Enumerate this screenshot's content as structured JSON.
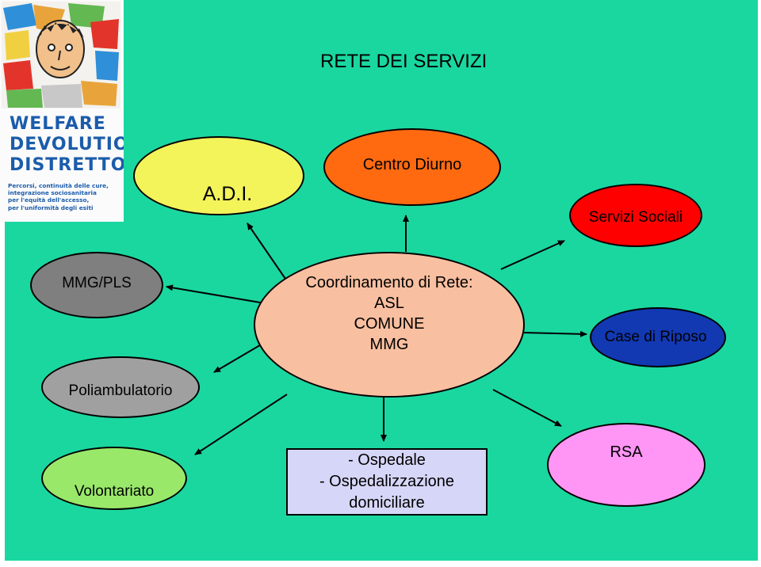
{
  "title": "RETE DEI SERVIZI",
  "logo": {
    "lines": [
      "WELFARE",
      "DEVOLUTION",
      "DISTRETTO"
    ],
    "subtitle": [
      "Percorsi, continuità delle cure,",
      "integrazione sociosanitaria",
      "per l'equità dell'accesso,",
      "per l'uniformità degli esiti"
    ]
  },
  "nodes": {
    "adi": "A.D.I.",
    "centro_diurno": "Centro Diurno",
    "servizi_sociali": "Servizi Sociali",
    "mmg_pls": "MMG/PLS",
    "poliambulatorio": "Poliambulatorio",
    "coordinamento": [
      "Coordinamento di Rete:",
      "ASL",
      "COMUNE",
      "MMG"
    ],
    "case_di_riposo": "Case di Riposo",
    "volontariato": "Volontariato",
    "ospedale": [
      "- Ospedale",
      "- Ospedalizzazione",
      "domiciliare"
    ],
    "rsa": "RSA"
  },
  "colors": {
    "background": "#1ad7a0",
    "adi": "#f3f35a",
    "centro_diurno": "#ff6a10",
    "servizi_sociali": "#ff0000",
    "mmg_pls": "#7f7f7f",
    "poliambulatorio": "#a0a0a0",
    "coordinamento": "#f8bfa0",
    "case_di_riposo": "#1238b2",
    "volontariato": "#9ae86a",
    "ospedale": "#d6d6f8",
    "rsa": "#ff96f5",
    "logo_text": "#1b5cab"
  }
}
